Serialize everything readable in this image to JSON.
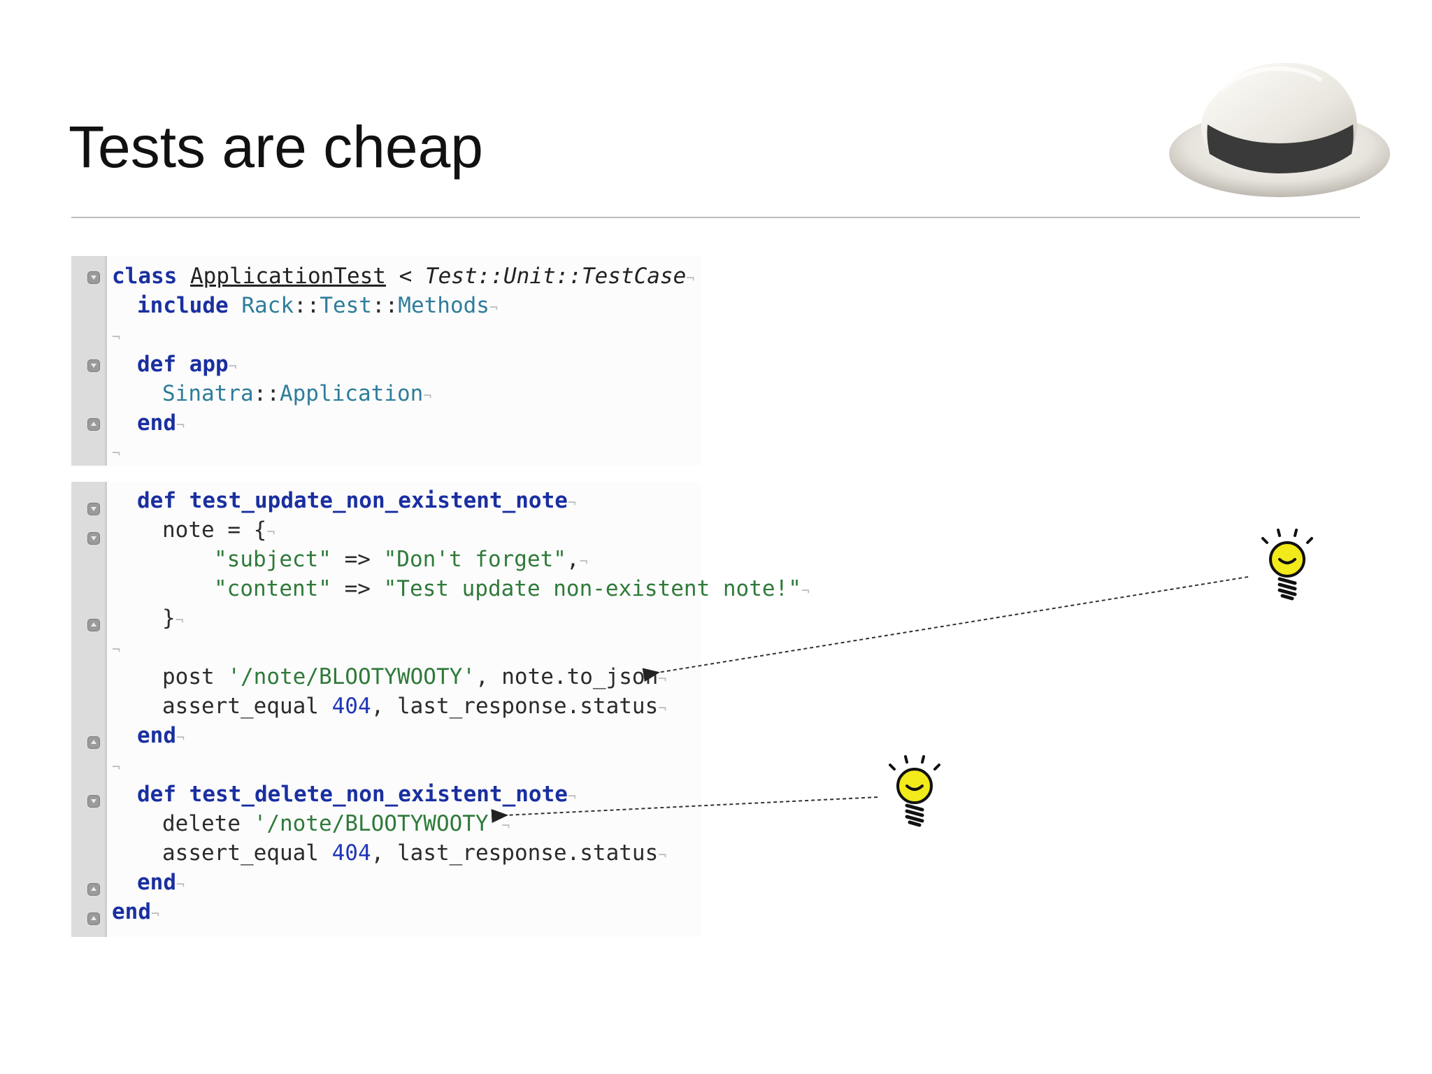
{
  "slide": {
    "title": "Tests are cheap"
  },
  "code": {
    "block1": {
      "line1": {
        "kw": "class",
        "cls": "ApplicationTest",
        "op": " < ",
        "parent": "Test::Unit::TestCase"
      },
      "line2": {
        "kw": "include",
        "c1": "Rack",
        "sep1": "::",
        "c2": "Test",
        "sep2": "::",
        "c3": "Methods"
      },
      "line4": {
        "kw": "def",
        "name": "app"
      },
      "line5": {
        "c1": "Sinatra",
        "sep": "::",
        "c2": "Application"
      },
      "line6": {
        "kw": "end"
      }
    },
    "block2": {
      "line1": {
        "kw": "def",
        "name": "test_update_non_existent_note"
      },
      "line2": {
        "text": "note = {"
      },
      "line3": {
        "key": "\"subject\"",
        "arrow": " => ",
        "val": "\"Don't forget\"",
        "tail": ","
      },
      "line4": {
        "key": "\"content\"",
        "arrow": " => ",
        "val": "\"Test update non-existent note!\""
      },
      "line5": {
        "text": "}"
      },
      "line7": {
        "pre": "post ",
        "str": "'/note/BLOOTYWOOTY'",
        "post": ", note.to_json"
      },
      "line8": {
        "pre": "assert_equal ",
        "num": "404",
        "post": ", last_response.status"
      },
      "line9": {
        "kw": "end"
      },
      "line11": {
        "kw": "def",
        "name": "test_delete_non_existent_note"
      },
      "line12": {
        "pre": "delete ",
        "str": "'/note/BLOOTYWOOTY'"
      },
      "line13": {
        "pre": "assert_equal ",
        "num": "404",
        "post": ", last_response.status"
      },
      "line14": {
        "kw": "end"
      },
      "line15": {
        "kw": "end"
      }
    },
    "eol_marker": "¬"
  },
  "icons": {
    "hat": "fedora-hat-icon",
    "bulb": "lightbulb-idea-icon"
  },
  "colors": {
    "keyword": "#1a2fa0",
    "string": "#2f7a3a",
    "constant": "#2e7d9a",
    "number": "#2036b8",
    "bulb": "#f2ea1a"
  }
}
